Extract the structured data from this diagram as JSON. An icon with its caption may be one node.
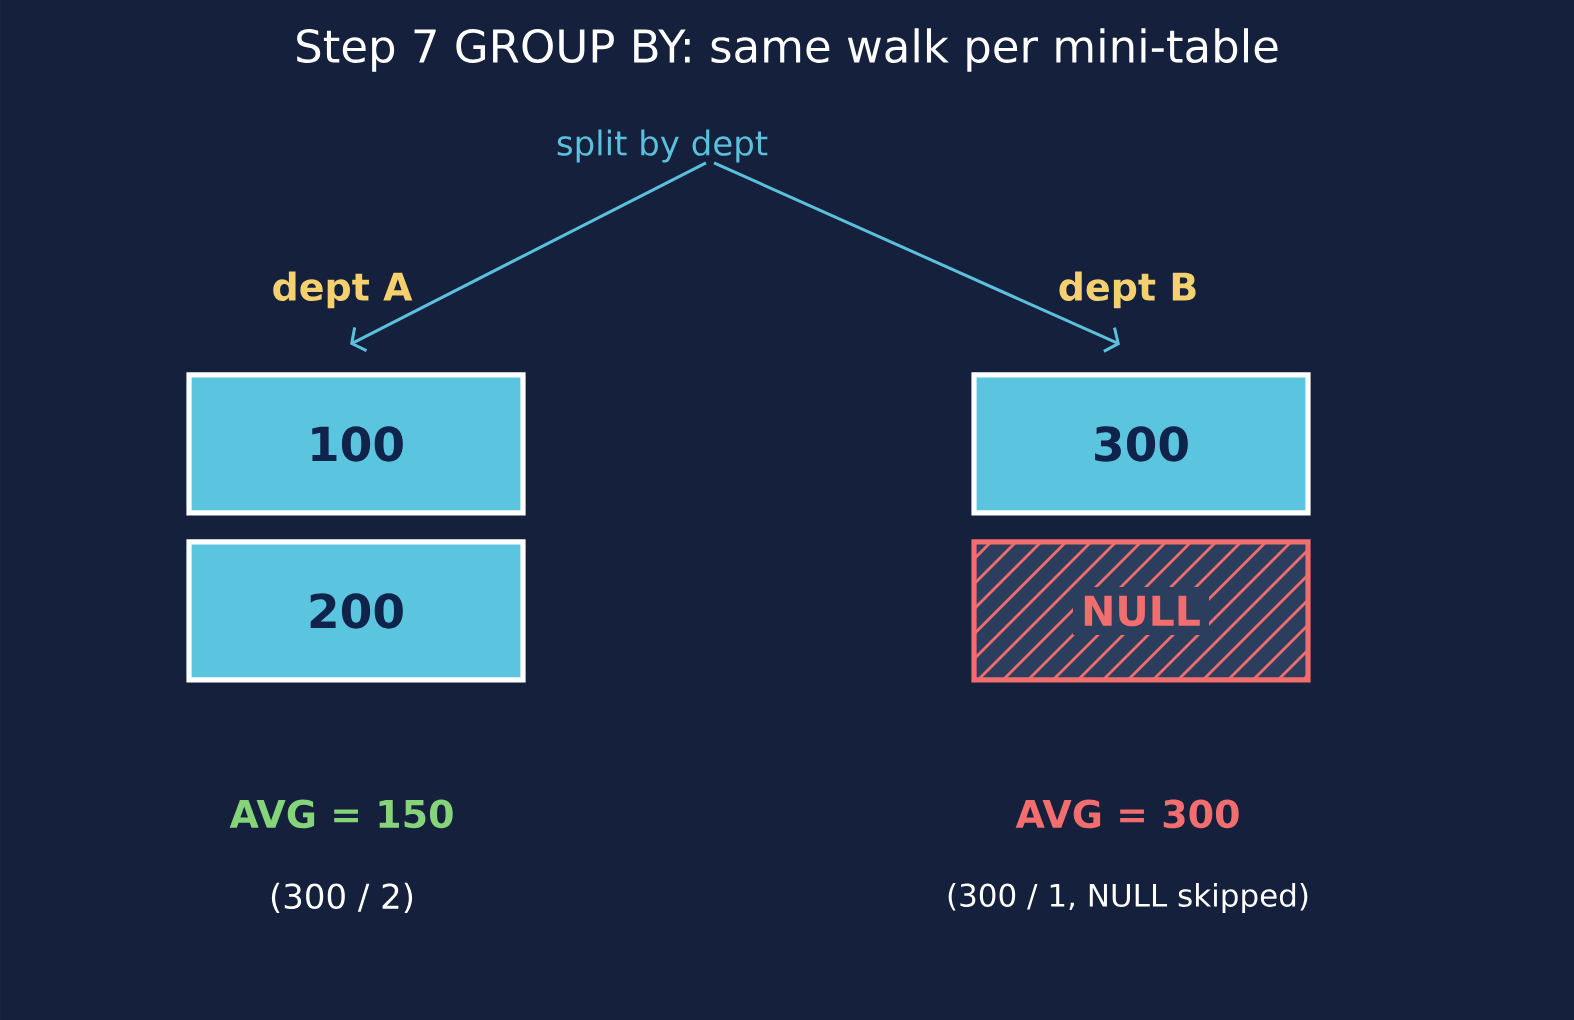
{
  "diagram": {
    "title": "Step 7  GROUP BY: same walk per mini-table",
    "nodes": [
      {
        "text": [
          "split by dept"
        ]
      },
      {
        "text": [
          "100"
        ],
        "beside": [
          "dept A"
        ]
      },
      {
        "text": [
          "300"
        ],
        "beside": [
          "dept B"
        ]
      },
      {
        "text": [
          "200"
        ],
        "beside": [
          "AVG = 150",
          "(300 / 2)"
        ]
      },
      {
        "text": [
          "NULL"
        ],
        "beside": [
          "AVG = 300",
          "(300 / 1, NULL skipped)"
        ]
      }
    ],
    "edges": [
      {
        "from": 0,
        "to": 1,
        "arrow": "to"
      },
      {
        "from": 0,
        "to": 2,
        "arrow": "to"
      }
    ]
  }
}
